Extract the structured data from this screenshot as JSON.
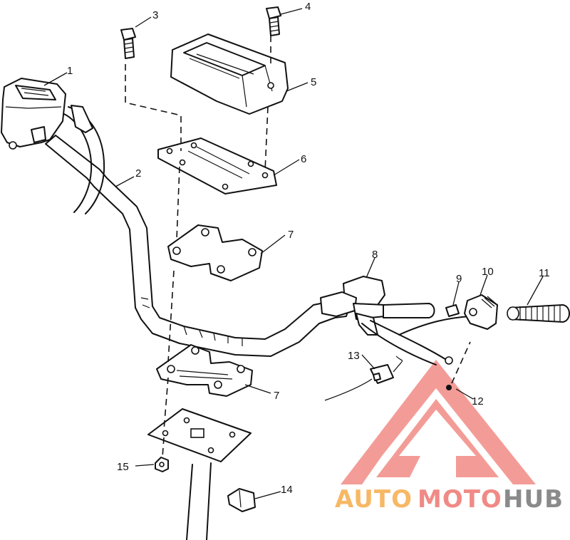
{
  "diagram": {
    "callouts": [
      {
        "id": "c1",
        "label": "1"
      },
      {
        "id": "c2",
        "label": "2"
      },
      {
        "id": "c3",
        "label": "3"
      },
      {
        "id": "c4",
        "label": "4"
      },
      {
        "id": "c5",
        "label": "5"
      },
      {
        "id": "c6",
        "label": "6"
      },
      {
        "id": "c7a",
        "label": "7"
      },
      {
        "id": "c7b",
        "label": "7"
      },
      {
        "id": "c8",
        "label": "8"
      },
      {
        "id": "c9",
        "label": "9"
      },
      {
        "id": "c10",
        "label": "10"
      },
      {
        "id": "c11",
        "label": "11"
      },
      {
        "id": "c12",
        "label": "12"
      },
      {
        "id": "c13",
        "label": "13"
      },
      {
        "id": "c14",
        "label": "14"
      },
      {
        "id": "c15",
        "label": "15"
      }
    ]
  },
  "watermark": {
    "part1": "AUTO",
    "part2": "MOTO",
    "part3": "HUB",
    "color_orange": "#f7b865",
    "color_red": "#f08a86",
    "color_gray": "#8a8a8a",
    "logo_icon": "triangle-logo-icon"
  }
}
